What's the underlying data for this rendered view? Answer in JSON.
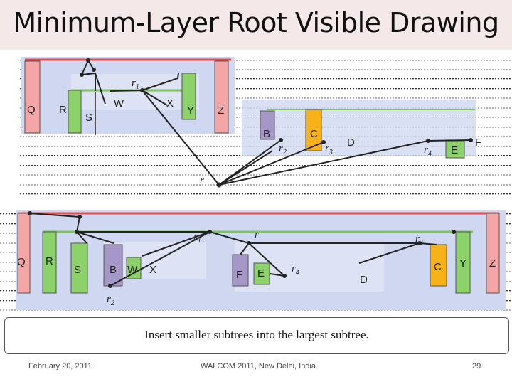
{
  "title": "Minimum-Layer Root Visible Drawing",
  "caption": "Insert smaller subtrees into the largest subtree.",
  "footer": {
    "date": "February 20, 2011",
    "conference": "WALCOM 2011, New Delhi, India",
    "page": "29"
  },
  "top_drawing": {
    "vertices": [
      "Q",
      "R",
      "S",
      "W",
      "X",
      "Y",
      "Z",
      "B",
      "C",
      "D",
      "E",
      "F"
    ],
    "roots": [
      {
        "name": "r",
        "sub": "1"
      },
      {
        "name": "r",
        "sub": "2"
      },
      {
        "name": "r",
        "sub": "3"
      },
      {
        "name": "r",
        "sub": "4"
      },
      {
        "name": "r",
        "sub": ""
      }
    ]
  },
  "bottom_drawing": {
    "vertices": [
      "Q",
      "R",
      "S",
      "B",
      "W",
      "X",
      "F",
      "E",
      "D",
      "C",
      "Y",
      "Z"
    ],
    "roots": [
      {
        "name": "r",
        "sub": "1"
      },
      {
        "name": "r",
        "sub": ""
      },
      {
        "name": "r",
        "sub": "3"
      },
      {
        "name": "r",
        "sub": "4"
      },
      {
        "name": "r",
        "sub": "2"
      }
    ]
  },
  "colors": {
    "pink": "#f4a6a6",
    "green": "#8dd16a",
    "purple": "#a597c8",
    "orange": "#f7b21a",
    "blue_region": "#cfd8f0",
    "red_line": "#e05050",
    "green_line": "#7cc35a"
  }
}
